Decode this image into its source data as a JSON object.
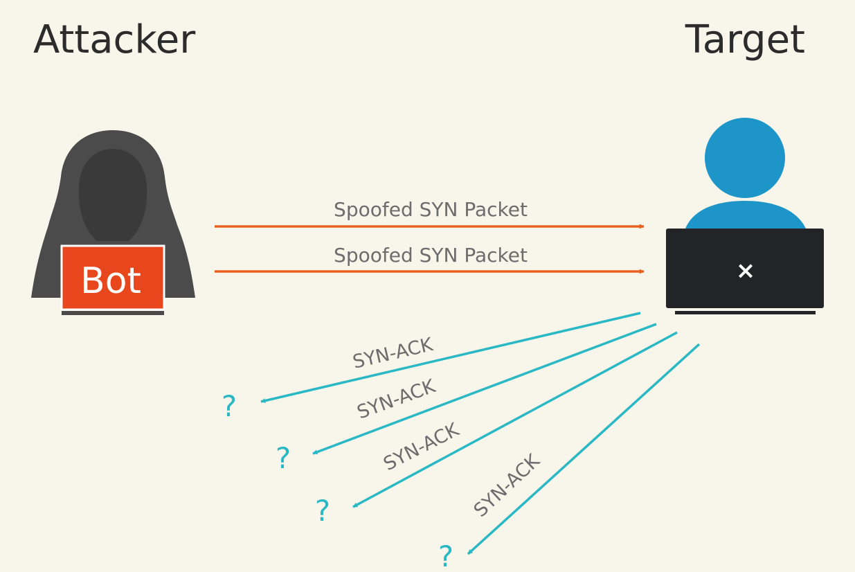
{
  "attacker": {
    "title": "Attacker",
    "badge": "Bot"
  },
  "target": {
    "title": "Target",
    "screen_mark": "×"
  },
  "packets": [
    {
      "label": "Spoofed SYN Packet"
    },
    {
      "label": "Spoofed SYN Packet"
    }
  ],
  "responses": [
    {
      "label": "SYN-ACK",
      "unknown": "?"
    },
    {
      "label": "SYN-ACK",
      "unknown": "?"
    },
    {
      "label": "SYN-ACK",
      "unknown": "?"
    },
    {
      "label": "SYN-ACK",
      "unknown": "?"
    }
  ],
  "colors": {
    "background": "#f8f5ea",
    "attacker_body": "#4b4b4b",
    "bot_badge": "#e8461c",
    "syn_arrow": "#e8621f",
    "target_person": "#1d95c9",
    "laptop": "#222428",
    "syn_ack_arrow": "#29b8c4"
  }
}
